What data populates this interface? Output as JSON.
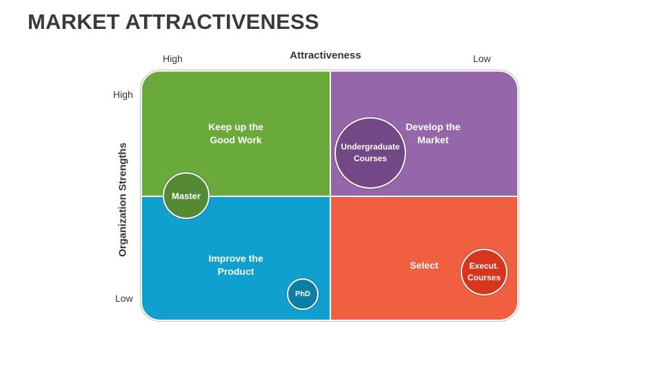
{
  "title": "MARKET ATTRACTIVENESS",
  "axes": {
    "x_title": "Attractiveness",
    "x_high": "High",
    "x_low": "Low",
    "y_title": "Organization Strengths",
    "y_high": "High",
    "y_low": "Low"
  },
  "quadrants": [
    {
      "label": "Keep up the\nGood Work",
      "color": "#6aaa3a"
    },
    {
      "label": "Develop the\nMarket",
      "color": "#9666ab"
    },
    {
      "label": "Improve the\nProduct",
      "color": "#0fa0cf"
    },
    {
      "label": "Select",
      "color": "#f05f3f"
    }
  ],
  "bubbles": [
    {
      "label": "Master",
      "color": "#548a32"
    },
    {
      "label": "Undergraduate\nCourses",
      "color": "#744786"
    },
    {
      "label": "PhD",
      "color": "#0a7fa3"
    },
    {
      "label": "Execut.\nCourses",
      "color": "#d9351b"
    }
  ]
}
